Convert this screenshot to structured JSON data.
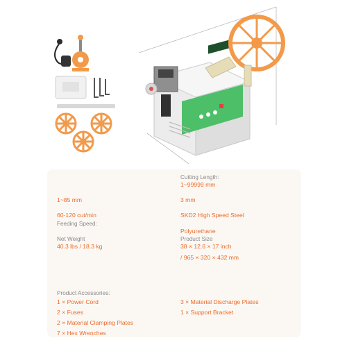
{
  "dimensions": {
    "length_label": "",
    "height_label": "",
    "width_label": ""
  },
  "specs": {
    "left": [
      {
        "label": "",
        "value": ""
      },
      {
        "label": "",
        "value": "1~85 mm"
      },
      {
        "label": "",
        "value": "60-120 cut/min"
      },
      {
        "label": "Feeding Speed:",
        "value": ""
      },
      {
        "label": "Net Weight",
        "value": "40.3 lbs / 18.3 kg"
      }
    ],
    "right": [
      {
        "label": "Cutting Length:",
        "value": "1~99999 mm"
      },
      {
        "label": "",
        "value": "3 mm"
      },
      {
        "label": "",
        "value": "SKD2 High Speed Steel"
      },
      {
        "label": "",
        "value": "Polyurethane"
      },
      {
        "label": "Product Size",
        "value": "38 × 12.6 × 17 inch"
      }
    ],
    "right_extra": "/ 965 × 320 × 432 mm"
  },
  "accessories": {
    "heading": "Product Accessories:",
    "left": [
      "1 × Power Cord",
      "2 × Fuses",
      "2 × Material Clamping Plates",
      "7 × Hex Wrenches"
    ],
    "right": [
      "3 × Material Discharge Plates",
      "1 × Support Bracket"
    ]
  },
  "colors": {
    "accent": "#ec6b28",
    "wheel": "#f39a4a",
    "label": "#8a8a8a",
    "card": "#fbf8f4",
    "machine_body": "#e9e9e9",
    "panel_green": "#4cbf68"
  },
  "icons": [
    "power-cord-icon",
    "foot-pedal-icon",
    "clamping-plate-icon",
    "hex-wrench-icon",
    "support-bracket-icon",
    "discharge-wheel-icon"
  ]
}
